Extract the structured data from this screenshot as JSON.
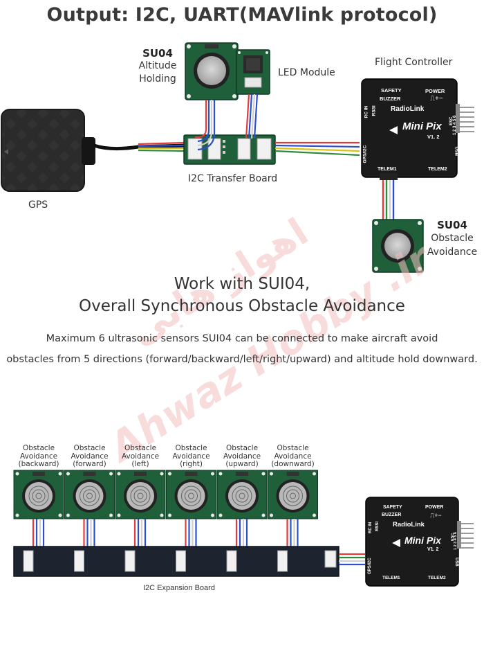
{
  "title": "Output: I2C, UART(MAVlink protocol)",
  "top_diagram": {
    "altitude_sensor": {
      "model": "SU04",
      "line1": "Altitude",
      "line2": "Holding"
    },
    "led_module": "LED Module",
    "flight_controller_label": "Flight Controller",
    "transfer_board": "I2C Transfer Board",
    "gps": "GPS",
    "obstacle_sensor": {
      "model": "SU04",
      "line1": "Obstacle",
      "line2": "Avoidance"
    }
  },
  "flight_controller": {
    "brand": "RadioLink",
    "model": "Mini Pix",
    "version": "V1. 2",
    "safety": "SAFETY",
    "buzzer": "BUZZER",
    "power": "POWER",
    "rc_in": "RC IN",
    "rssi": "RSSI",
    "gps_i2c": "GPS/I2C",
    "telem1": "TELEM1",
    "telem2": "TELEM2",
    "usb": "USB",
    "esc": "ESC",
    "esc_numbers": "1 2 3 4 5 6",
    "pwm_symbol": "⎍+−"
  },
  "heading": {
    "line1": "Work with SUI04,",
    "line2": "Overall Synchronous Obstacle Avoidance"
  },
  "description": {
    "line1": "Maximum 6 ultrasonic sensors SUI04 can be connected to make aircraft avoid",
    "line2": "obstacles from 5 directions (forward/backward/left/right/upward) and altitude hold downward."
  },
  "watermark": {
    "line1": "اهواز هابی",
    "line2": "Ahwaz Hobby .ir"
  },
  "sensors": [
    {
      "line1": "Obstacle",
      "line2": "Avoidance",
      "line3": "(backward)"
    },
    {
      "line1": "Obstacle",
      "line2": "Avoidance",
      "line3": "(forward)"
    },
    {
      "line1": "Obstacle",
      "line2": "Avoidance",
      "line3": "(left)"
    },
    {
      "line1": "Obstacle",
      "line2": "Avoidance",
      "line3": "(right)"
    },
    {
      "line1": "Obstacle",
      "line2": "Avoidance",
      "line3": "(upward)"
    },
    {
      "line1": "Obstacle",
      "line2": "Avoidance",
      "line3": "(downward)"
    }
  ],
  "expansion_board": "I2C Expansion Board",
  "colors": {
    "pcb_green": "#1f5f3a",
    "board_dark": "#1d2430",
    "fc_black": "#1b1b1b",
    "wire_red": "#e23b3b",
    "wire_blue": "#2c4fd0",
    "wire_green": "#2e8b3a",
    "wire_yellow": "#d8c21a",
    "watermark": "#f3c1c1"
  }
}
